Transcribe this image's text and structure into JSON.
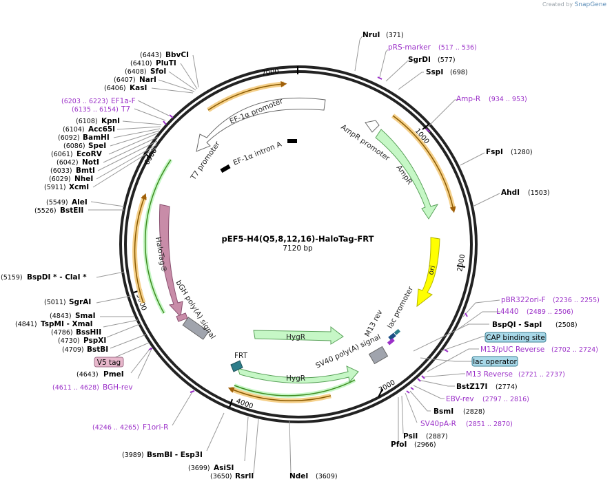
{
  "branding": {
    "prefix": "Created by",
    "brand": "SnapGene"
  },
  "plasmid": {
    "name": "pEF5-H4(Q5,8,12,16)-HaloTag-FRT",
    "length": "7120 bp"
  },
  "ticks": [
    "1000",
    "2000",
    "3000",
    "4000",
    "5000",
    "6000",
    "7000"
  ],
  "colors": {
    "primer": "#9b30c8",
    "orf_fill": "#c6f7c6",
    "orf_stroke": "#59a259",
    "promoter_fill": "#ffffff",
    "ori": "#ffff00",
    "halotag": "#c88ca8",
    "misc_arrow": "#f5a623"
  },
  "feature_labels": {
    "ef1a": "EF-1α promoter",
    "ef1a_intron": "EF-1α intron A",
    "t7": "T7 promoter",
    "ampr_prom": "AmpR promoter",
    "ampr": "AmpR",
    "ori": "ori",
    "halotag": "HaloTag®",
    "bgh": "bGH poly(A) signal",
    "hygr1": "HygR",
    "hygr2": "HygR",
    "frt": "FRT",
    "sv40": "SV40 poly(A) signal",
    "m13rev": "M13 rev",
    "lacprom": "lac promoter"
  },
  "enzymes": [
    {
      "name": "NruI",
      "pos": "(371)"
    },
    {
      "name": "SgrDI",
      "pos": "(577)"
    },
    {
      "name": "SspI",
      "pos": "(698)"
    },
    {
      "name": "FspI",
      "pos": "(1280)"
    },
    {
      "name": "AhdI",
      "pos": "(1503)"
    },
    {
      "name": "BspQI - SapI",
      "pos": "(2508)"
    },
    {
      "name": "BstZ17I",
      "pos": "(2774)"
    },
    {
      "name": "BsmI",
      "pos": "(2828)"
    },
    {
      "name": "PsiI",
      "pos": "(2887)"
    },
    {
      "name": "PfoI",
      "pos": "(2966)"
    },
    {
      "name": "NdeI",
      "pos": "(3609)"
    },
    {
      "name": "RsrII",
      "pos": "(3650)"
    },
    {
      "name": "AsiSI",
      "pos": "(3699)"
    },
    {
      "name": "BsmBI - Esp3I",
      "pos": "(3989)"
    },
    {
      "name": "PmeI",
      "pos": "(4643)"
    },
    {
      "name": "BstBI",
      "pos": "(4709)"
    },
    {
      "name": "PspXI",
      "pos": "(4730)"
    },
    {
      "name": "BssHII",
      "pos": "(4786)"
    },
    {
      "name": "TspMI - XmaI",
      "pos": "(4841)"
    },
    {
      "name": "SmaI",
      "pos": "(4843)"
    },
    {
      "name": "SgrAI",
      "pos": "(5011)"
    },
    {
      "name": "BspDI * - ClaI *",
      "pos": "(5159)"
    },
    {
      "name": "BstEII",
      "pos": "(5526)"
    },
    {
      "name": "AleI",
      "pos": "(5549)"
    },
    {
      "name": "XcmI",
      "pos": "(5911)"
    },
    {
      "name": "NheI",
      "pos": "(6029)"
    },
    {
      "name": "BmtI",
      "pos": "(6033)"
    },
    {
      "name": "NotI",
      "pos": "(6042)"
    },
    {
      "name": "EcoRV",
      "pos": "(6061)"
    },
    {
      "name": "SpeI",
      "pos": "(6086)"
    },
    {
      "name": "BamHI",
      "pos": "(6092)"
    },
    {
      "name": "Acc65I",
      "pos": "(6104)"
    },
    {
      "name": "KpnI",
      "pos": "(6108)"
    },
    {
      "name": "KasI",
      "pos": "(6406)"
    },
    {
      "name": "NarI",
      "pos": "(6407)"
    },
    {
      "name": "SfoI",
      "pos": "(6408)"
    },
    {
      "name": "PluTI",
      "pos": "(6410)"
    },
    {
      "name": "BbvCI",
      "pos": "(6443)"
    }
  ],
  "primers": [
    {
      "name": "pRS-marker",
      "range": "(517 .. 536)"
    },
    {
      "name": "Amp-R",
      "range": "(934 .. 953)"
    },
    {
      "name": "pBR322ori-F",
      "range": "(2236 .. 2255)"
    },
    {
      "name": "L4440",
      "range": "(2489 .. 2506)"
    },
    {
      "name": "M13/pUC Reverse",
      "range": "(2702 .. 2724)"
    },
    {
      "name": "M13 Reverse",
      "range": "(2721 .. 2737)"
    },
    {
      "name": "EBV-rev",
      "range": "(2797 .. 2816)"
    },
    {
      "name": "SV40pA-R",
      "range": "(2851 .. 2870)"
    },
    {
      "name": "F1ori-R",
      "range": "(4246 .. 4265)"
    },
    {
      "name": "BGH-rev",
      "range": "(4611 .. 4628)"
    },
    {
      "name": "T7",
      "range": "(6135 .. 6154)"
    },
    {
      "name": "EF1a-F",
      "range": "(6203 .. 6223)"
    }
  ],
  "boxed_labels": [
    {
      "name": "CAP binding site"
    },
    {
      "name": "lac operator"
    },
    {
      "name": "V5 tag"
    }
  ]
}
